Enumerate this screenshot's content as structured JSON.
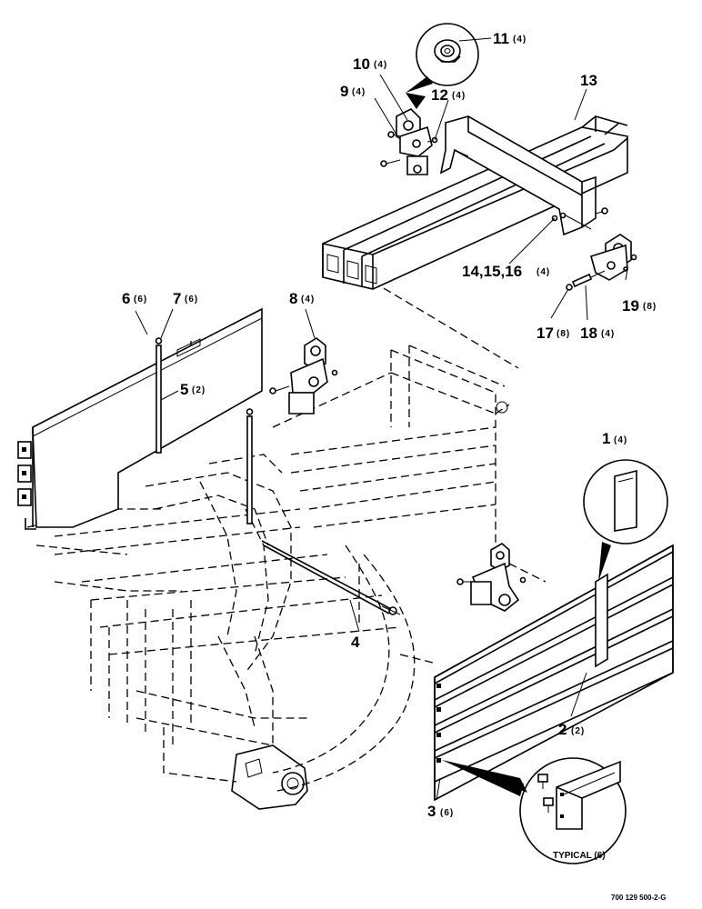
{
  "callouts": [
    {
      "id": "c1",
      "num": "1",
      "qty": "(4)"
    },
    {
      "id": "c2",
      "num": "2",
      "qty": "(2)"
    },
    {
      "id": "c3",
      "num": "3",
      "qty": "(6)"
    },
    {
      "id": "c4",
      "num": "4",
      "qty": ""
    },
    {
      "id": "c5",
      "num": "5",
      "qty": "(2)"
    },
    {
      "id": "c6",
      "num": "6",
      "qty": "(6)"
    },
    {
      "id": "c7",
      "num": "7",
      "qty": "(6)"
    },
    {
      "id": "c8",
      "num": "8",
      "qty": "(4)"
    },
    {
      "id": "c9",
      "num": "9",
      "qty": "(4)"
    },
    {
      "id": "c10",
      "num": "10",
      "qty": "(4)"
    },
    {
      "id": "c11",
      "num": "11",
      "qty": "(4)"
    },
    {
      "id": "c12",
      "num": "12",
      "qty": "(4)"
    },
    {
      "id": "c13",
      "num": "13",
      "qty": ""
    },
    {
      "id": "c14",
      "num": "14,15,16",
      "qty": "(4)"
    },
    {
      "id": "c17",
      "num": "17",
      "qty": "(8)"
    },
    {
      "id": "c18",
      "num": "18",
      "qty": "(4)"
    },
    {
      "id": "c19",
      "num": "19",
      "qty": "(8)"
    }
  ],
  "detail_label": "TYPICAL (6)",
  "drawing_number": "700 129 500-2-G"
}
